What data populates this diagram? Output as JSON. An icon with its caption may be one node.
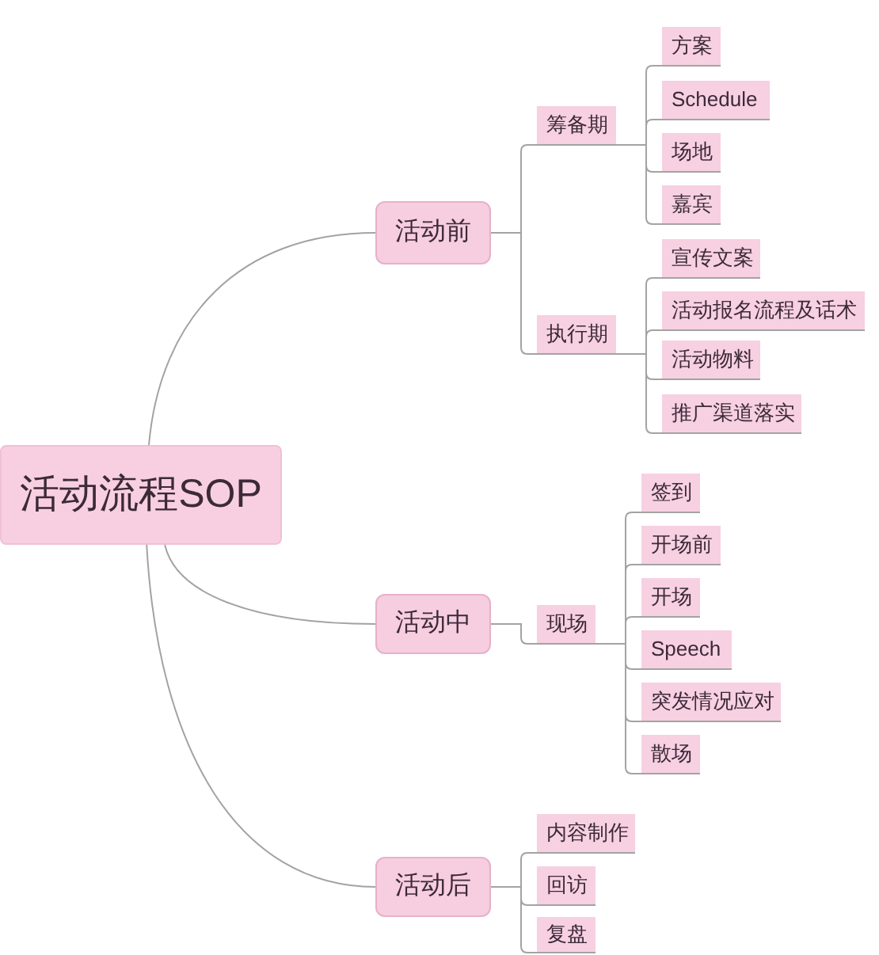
{
  "diagram": {
    "nodes": [
      {
        "text": [
          "活动流程SOP"
        ]
      },
      {
        "text": [
          "活动前"
        ]
      },
      {
        "text": [
          "筹备期"
        ]
      },
      {
        "text": [
          "方案"
        ]
      },
      {
        "text": [
          "Schedule"
        ]
      },
      {
        "text": [
          "场地"
        ]
      },
      {
        "text": [
          "嘉宾"
        ]
      },
      {
        "text": [
          "执行期"
        ]
      },
      {
        "text": [
          "宣传文案"
        ]
      },
      {
        "text": [
          "活动报名流程及话术"
        ]
      },
      {
        "text": [
          "活动物料"
        ]
      },
      {
        "text": [
          "推广渠道落实"
        ]
      },
      {
        "text": [
          "活动中"
        ]
      },
      {
        "text": [
          "现场"
        ]
      },
      {
        "text": [
          "签到"
        ]
      },
      {
        "text": [
          "开场前"
        ]
      },
      {
        "text": [
          "开场"
        ]
      },
      {
        "text": [
          "Speech"
        ]
      },
      {
        "text": [
          "突发情况应对"
        ]
      },
      {
        "text": [
          "散场"
        ]
      },
      {
        "text": [
          "活动后"
        ]
      },
      {
        "text": [
          "内容制作"
        ]
      },
      {
        "text": [
          "回访"
        ]
      },
      {
        "text": [
          "复盘"
        ]
      }
    ],
    "edges": [
      {
        "from": 0,
        "to": 1,
        "arrow": "none"
      },
      {
        "from": 1,
        "to": 2,
        "arrow": "none"
      },
      {
        "from": 2,
        "to": 3,
        "arrow": "none"
      },
      {
        "from": 2,
        "to": 4,
        "arrow": "none"
      },
      {
        "from": 2,
        "to": 5,
        "arrow": "none"
      },
      {
        "from": 2,
        "to": 6,
        "arrow": "none"
      },
      {
        "from": 1,
        "to": 7,
        "arrow": "none"
      },
      {
        "from": 7,
        "to": 8,
        "arrow": "none"
      },
      {
        "from": 7,
        "to": 9,
        "arrow": "none"
      },
      {
        "from": 7,
        "to": 10,
        "arrow": "none"
      },
      {
        "from": 7,
        "to": 11,
        "arrow": "none"
      },
      {
        "from": 0,
        "to": 12,
        "arrow": "none"
      },
      {
        "from": 12,
        "to": 13,
        "arrow": "none"
      },
      {
        "from": 13,
        "to": 14,
        "arrow": "none"
      },
      {
        "from": 13,
        "to": 15,
        "arrow": "none"
      },
      {
        "from": 13,
        "to": 16,
        "arrow": "none"
      },
      {
        "from": 13,
        "to": 17,
        "arrow": "none"
      },
      {
        "from": 13,
        "to": 18,
        "arrow": "none"
      },
      {
        "from": 13,
        "to": 19,
        "arrow": "none"
      },
      {
        "from": 0,
        "to": 20,
        "arrow": "none"
      },
      {
        "from": 20,
        "to": 21,
        "arrow": "none"
      },
      {
        "from": 20,
        "to": 22,
        "arrow": "none"
      },
      {
        "from": 20,
        "to": 23,
        "arrow": "none"
      }
    ]
  }
}
